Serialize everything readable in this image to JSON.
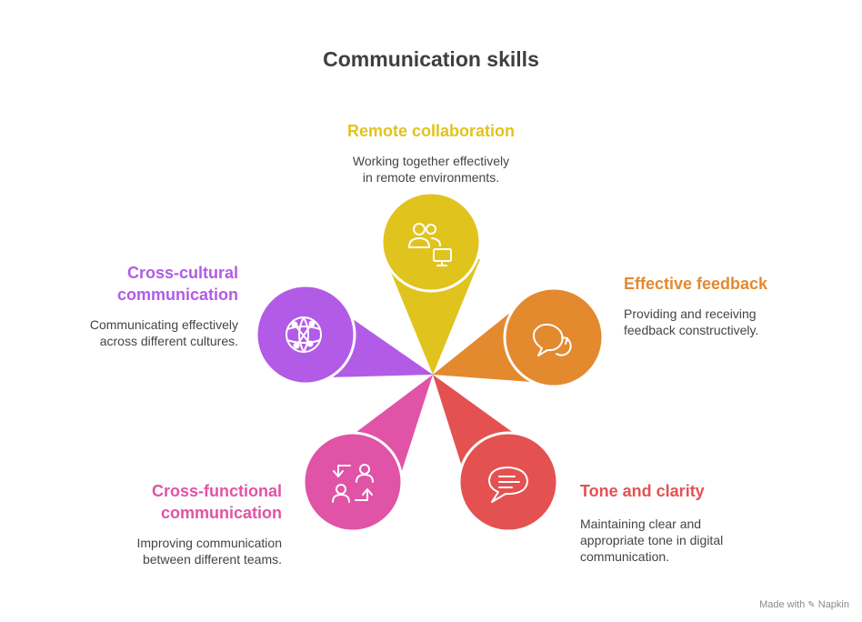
{
  "title": "Communication skills",
  "colors": {
    "remote": "#e1c31d",
    "feedback": "#e38a2e",
    "tone": "#e45151",
    "cross_functional": "#e053a6",
    "cross_cultural": "#b25be6",
    "title": "#3f3f3f",
    "text": "#444444"
  },
  "items": [
    {
      "key": "remote",
      "label": "Remote collaboration",
      "desc_lines": [
        "Working together effectively",
        "in remote environments."
      ],
      "icon": "remote-team-icon"
    },
    {
      "key": "feedback",
      "label": "Effective feedback",
      "desc_lines": [
        "Providing and receiving",
        "feedback constructively."
      ],
      "icon": "feedback-loop-icon"
    },
    {
      "key": "tone",
      "label": "Tone and clarity",
      "desc_lines": [
        "Maintaining clear and",
        "appropriate tone in digital",
        "communication."
      ],
      "icon": "message-bubble-icon"
    },
    {
      "key": "cross_functional",
      "label_lines": [
        "Cross-functional",
        "communication"
      ],
      "desc_lines": [
        "Improving communication",
        "between different teams."
      ],
      "icon": "team-exchange-icon"
    },
    {
      "key": "cross_cultural",
      "label_lines": [
        "Cross-cultural",
        "communication"
      ],
      "desc_lines": [
        "Communicating effectively",
        "across different cultures."
      ],
      "icon": "globe-network-icon"
    }
  ],
  "footer": {
    "made_with": "Made with",
    "brand": "Napkin"
  }
}
